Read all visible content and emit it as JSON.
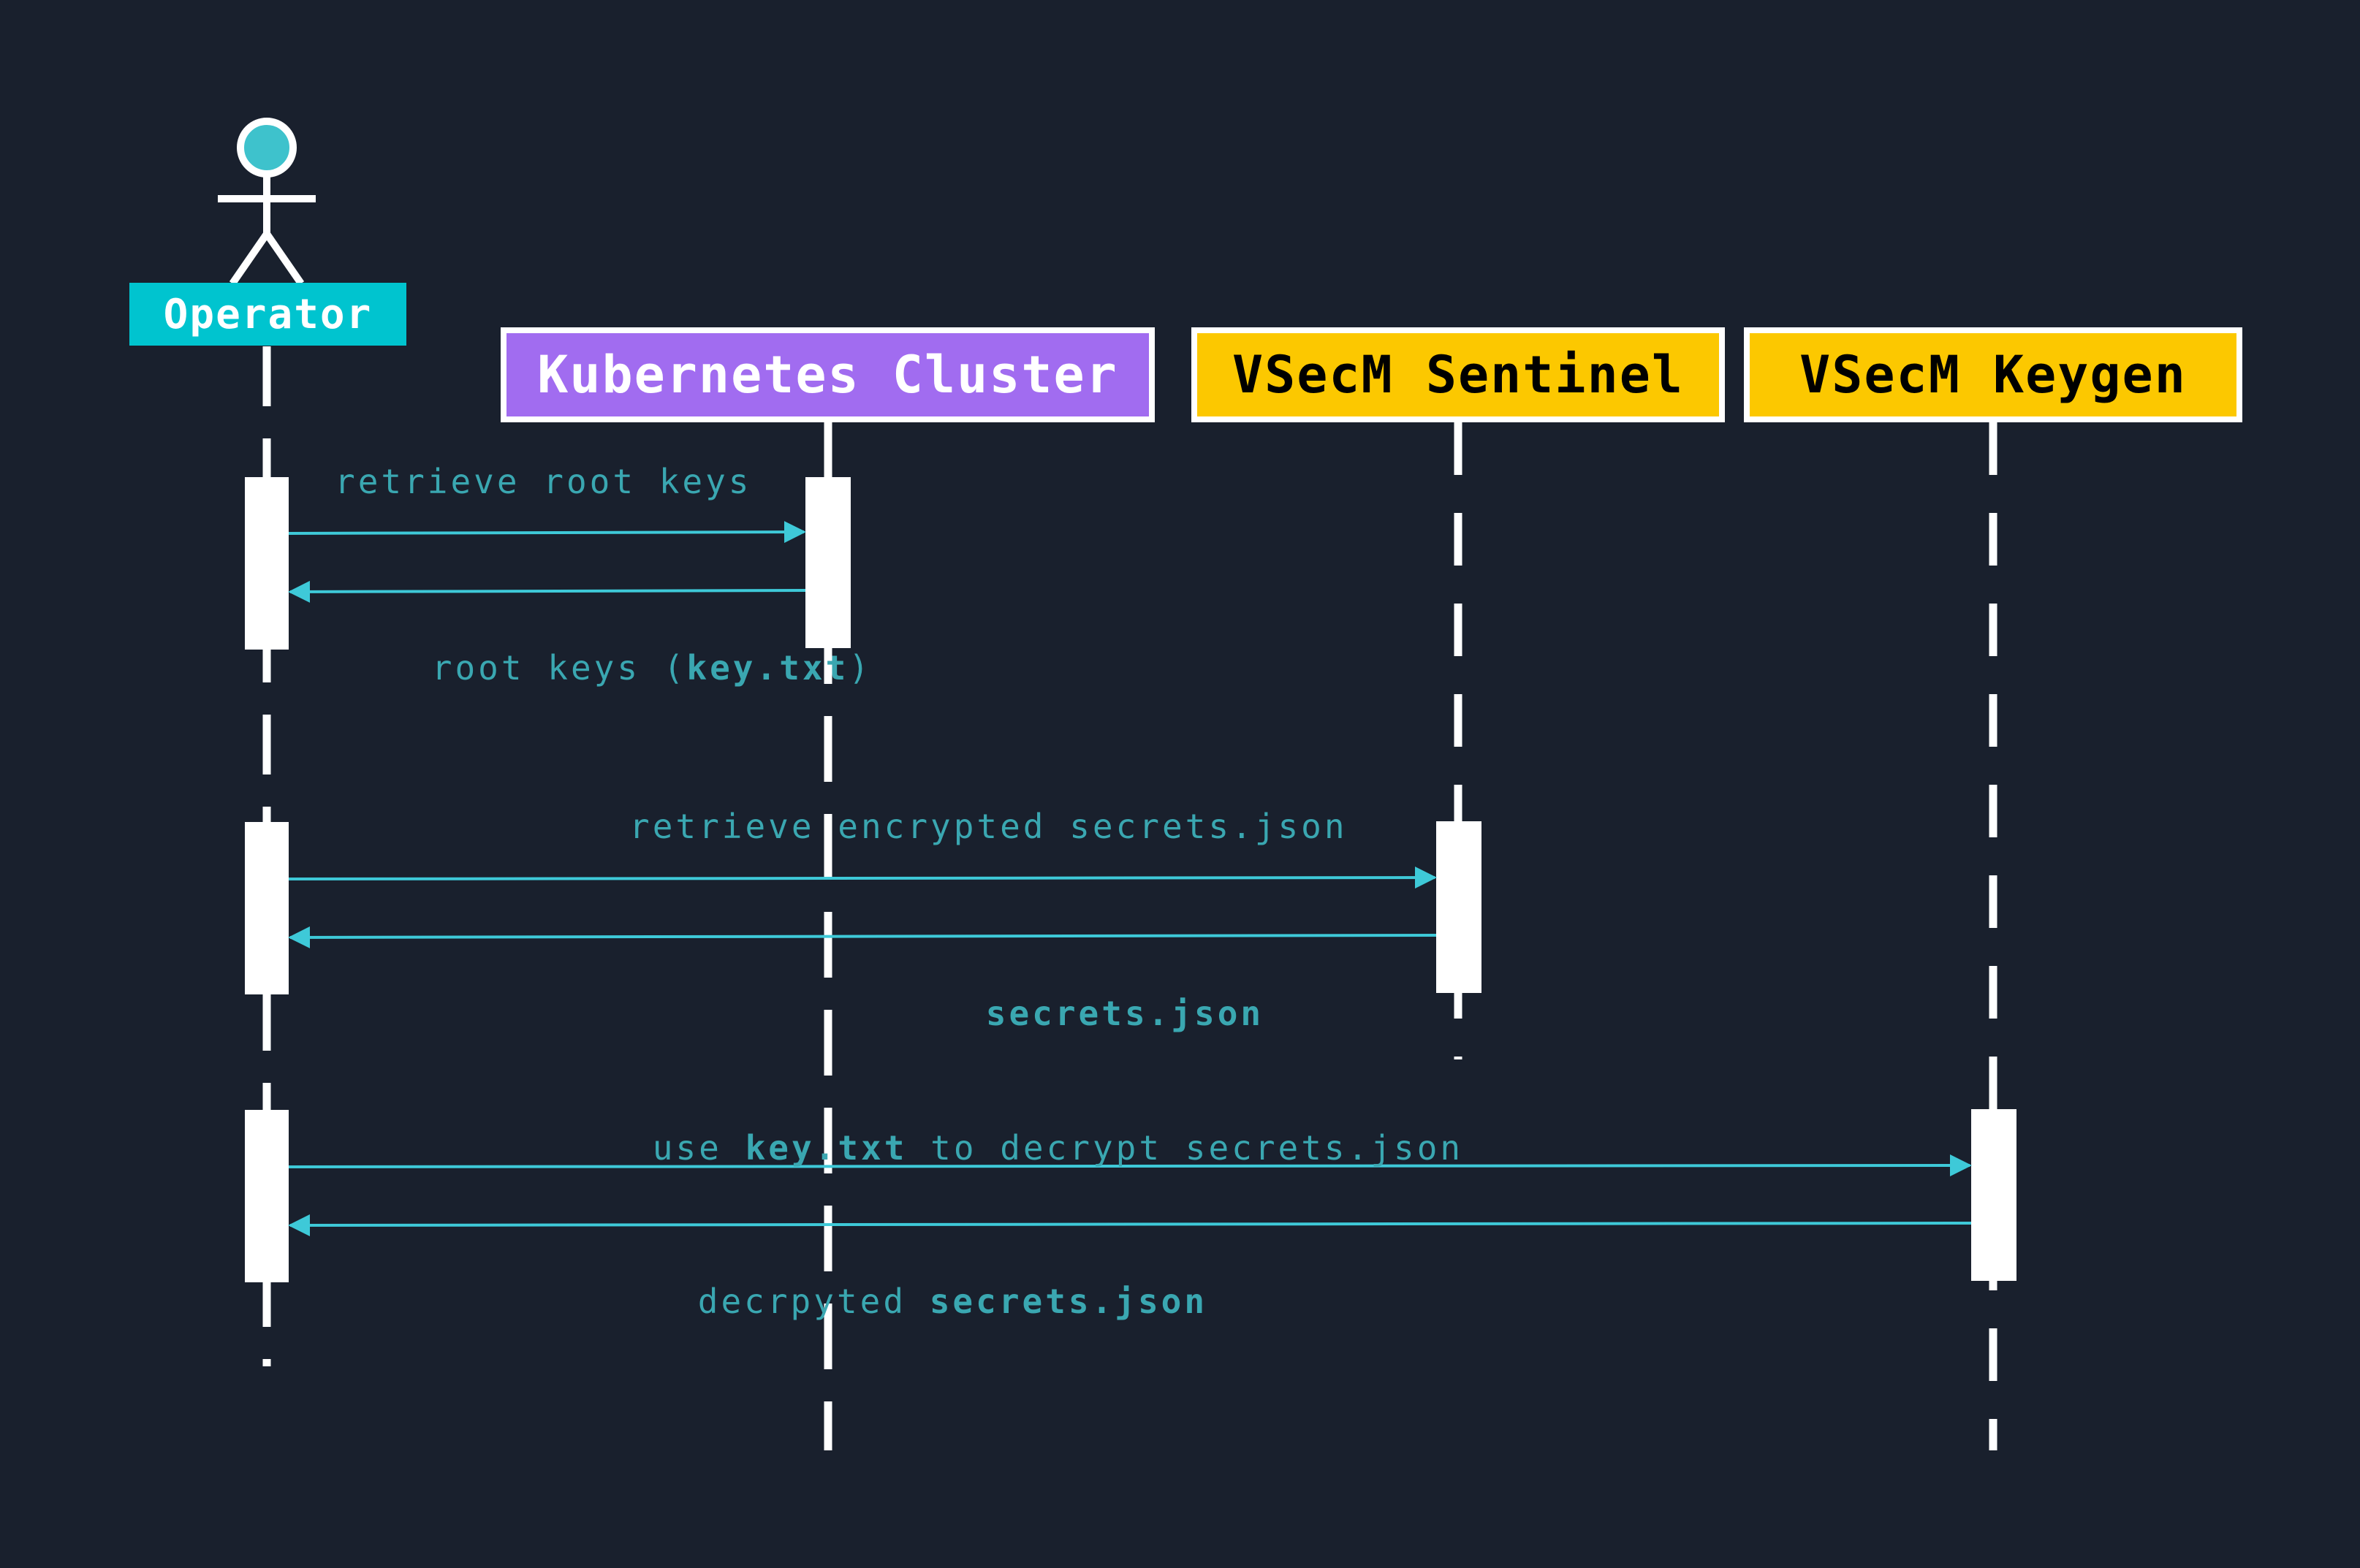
{
  "participants": {
    "operator": "Operator",
    "kubernetes": "Kubernetes Cluster",
    "sentinel": "VSecM Sentinel",
    "keygen": "VSecM Keygen"
  },
  "messages": {
    "m1": "retrieve root keys",
    "m2_pre": "root keys (",
    "m2_bold": "key.txt",
    "m2_post": ")",
    "m3": "retrieve encrypted secrets.json",
    "m4_bold": "secrets.json",
    "m5_pre": "use ",
    "m5_bold": "key.txt",
    "m5_post": " to decrypt secrets.json",
    "m6_pre": "decrpyted ",
    "m6_bold": "secrets.json"
  },
  "colors": {
    "background": "#19202d",
    "operator": "#00c4cf",
    "kubernetes": "#a16cf0",
    "vsecm": "#fcc800",
    "arrow": "#3ec9d8",
    "text": "#3aa7b1"
  }
}
